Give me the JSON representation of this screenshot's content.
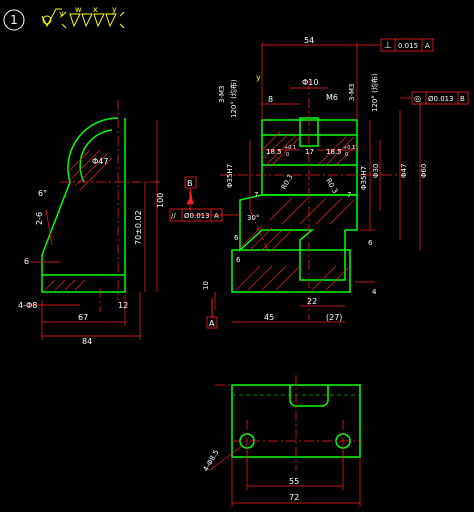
{
  "colors": {
    "background": "#000000",
    "outline": "#00ff00",
    "dimension": "#ff2020",
    "center": "#ff2020",
    "text": "#ffffff",
    "hatch": "#ff2020",
    "symbol": "#ffff00"
  },
  "header": {
    "item_number": "1",
    "roughness_symbols": [
      "y",
      "w",
      "x",
      "y"
    ]
  },
  "left_view": {
    "dims": {
      "phi47": "Φ47",
      "h100": "100",
      "h70": "70±0.02",
      "w67": "67",
      "w84": "84",
      "angle6": "6°",
      "m26": "2-6",
      "d6": "6",
      "holes": "4-Φ8",
      "d12": "12"
    }
  },
  "front_view": {
    "dims": {
      "top54": "54",
      "phi10": "Φ10",
      "d8": "8",
      "m6": "M6",
      "d18a": "18.5",
      "tol_a": "+0.1",
      "tol_a2": "0",
      "d17": "17",
      "d18b": "18.5",
      "tol_b": "+0.1",
      "tol_b2": "0",
      "phi35h7_l": "Φ35H7",
      "phi35h7_r": "Φ35H7",
      "phi30": "Φ30",
      "phi47": "Φ47",
      "phi60": "Φ60",
      "r3a": "R0.3",
      "r3b": "R0.3",
      "d7a": "7",
      "d7b": "7",
      "a30": "30°",
      "d6a": "6",
      "d6b": "6",
      "d6c": "6",
      "d10": "10",
      "d4": "4",
      "d45": "45",
      "d22": "22",
      "d27": "(27)",
      "thread_left": "3-M3",
      "thread_left2": "120° (均布)",
      "thread_right": "3-M3",
      "thread_right2": "120° (均布)",
      "y_mark": "y"
    },
    "datums": {
      "a": "A",
      "b": "B"
    },
    "tolerances": {
      "perp": {
        "symbol": "⊥",
        "value": "0.015",
        "datum": "A"
      },
      "conc": {
        "symbol": "◎",
        "value": "Ø0.013",
        "datum": "B"
      },
      "par": {
        "symbol": "//",
        "value": "Ø0.013",
        "datum": "A"
      }
    }
  },
  "bottom_view": {
    "dims": {
      "holes": "4-Φ8.5",
      "d55": "55",
      "d72": "72"
    }
  }
}
